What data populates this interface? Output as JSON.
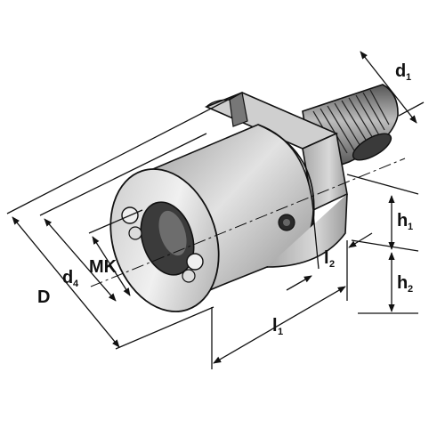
{
  "labels": {
    "D": "D",
    "d4": "d",
    "d4_sub": "4",
    "MK": "MK",
    "d1": "d",
    "d1_sub": "1",
    "h1": "h",
    "h1_sub": "1",
    "h2": "h",
    "h2_sub": "2",
    "l1": "l",
    "l1_sub": "1",
    "l2": "l",
    "l2_sub": "2"
  }
}
